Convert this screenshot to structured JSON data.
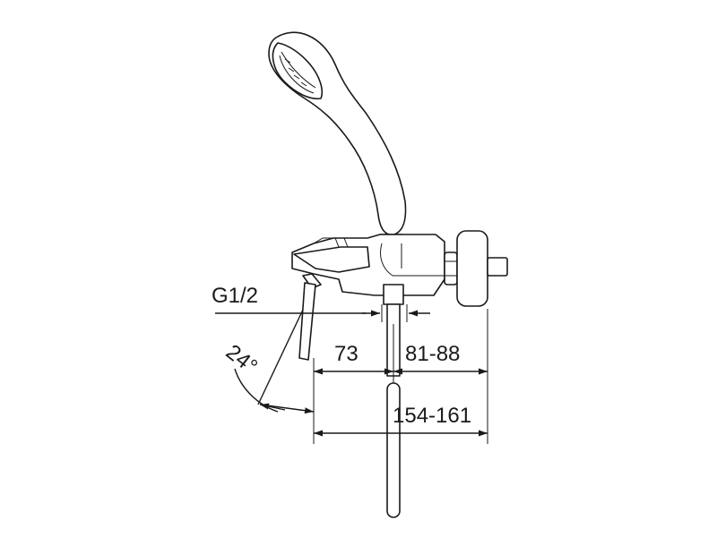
{
  "labels": {
    "thread": "G1/2",
    "angle": "24°",
    "depth_spout": "73",
    "depth_wall": "81-88",
    "overall": "154-161"
  }
}
